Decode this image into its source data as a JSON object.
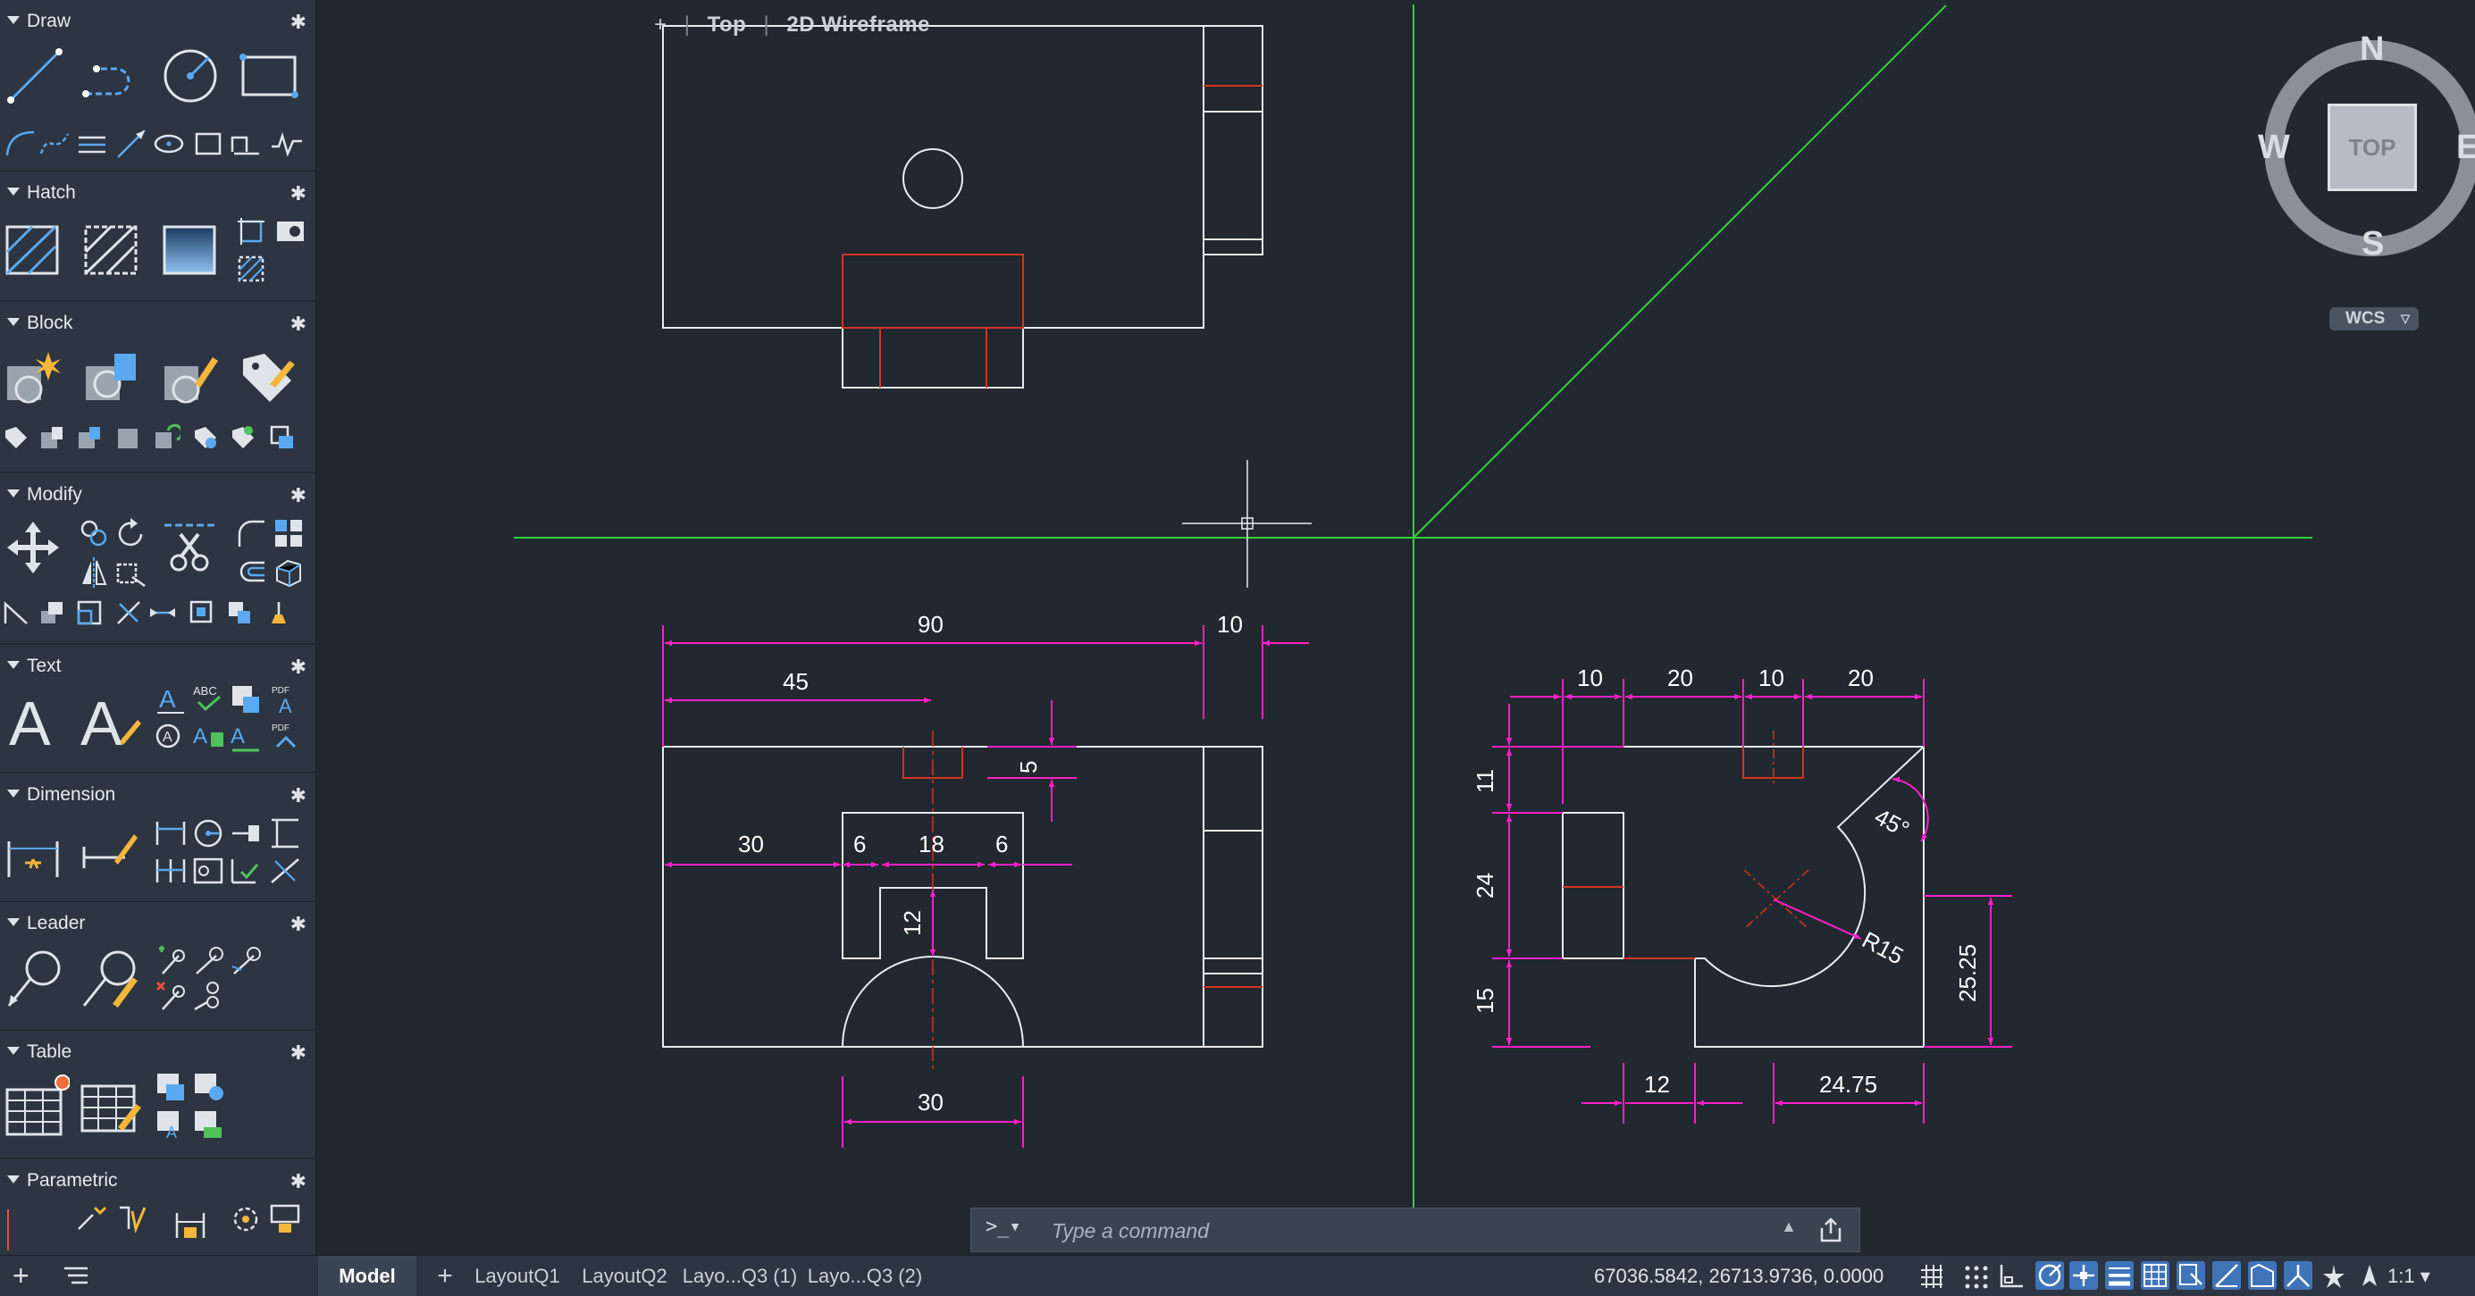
{
  "palette": {
    "sections": [
      {
        "title": "Draw"
      },
      {
        "title": "Hatch"
      },
      {
        "title": "Block"
      },
      {
        "title": "Modify"
      },
      {
        "title": "Text"
      },
      {
        "title": "Dimension"
      },
      {
        "title": "Leader"
      },
      {
        "title": "Table"
      },
      {
        "title": "Parametric"
      }
    ],
    "gear_glyph": "✱"
  },
  "viewport": {
    "plus": "+",
    "view_name": "Top",
    "visual_style": "2D Wireframe"
  },
  "viewcube": {
    "north": "N",
    "south": "S",
    "west": "W",
    "east": "E",
    "face": "TOP",
    "ucs": "WCS"
  },
  "drawing": {
    "dims": {
      "d90": "90",
      "d10_top": "10",
      "d45": "45",
      "d5": "5",
      "d30_left": "30",
      "d6_left": "6",
      "d18": "18",
      "d6_right": "6",
      "d12_vert": "12",
      "d30_bottom": "30",
      "s10_a": "10",
      "s20_a": "20",
      "s10_b": "10",
      "s20_b": "20",
      "s11": "11",
      "s24": "24",
      "s15": "15",
      "s45deg": "45°",
      "sR15": "R15",
      "s25_25": "25.25",
      "s12": "12",
      "s24_75": "24.75"
    },
    "colors": {
      "geometry": "#ffffff",
      "hidden": "#e0311f",
      "dimension": "#ff1fc8",
      "construction": "#31d23a"
    }
  },
  "command": {
    "prompt": ">_▾",
    "placeholder": "Type a command",
    "history_glyph": "▲"
  },
  "statusbar": {
    "tabs": [
      "Model",
      "+",
      "LayoutQ1",
      "LayoutQ2",
      "Layo...Q3 (1)",
      "Layo...Q3 (2)"
    ],
    "coordinates": "67036.5842, 26713.9736, 0.0000",
    "scale": "1:1 ▾"
  }
}
